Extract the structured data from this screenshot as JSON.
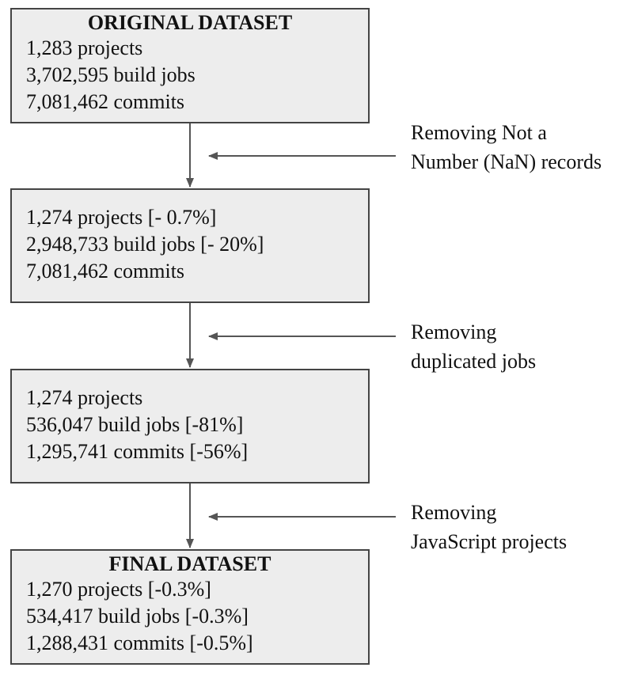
{
  "boxes": [
    {
      "title": "ORIGINAL DATASET",
      "lines": [
        "1,283 projects",
        "3,702,595 build jobs",
        "7,081,462 commits"
      ]
    },
    {
      "title": "",
      "lines": [
        "1,274 projects [- 0.7%]",
        "2,948,733 build jobs [- 20%]",
        "7,081,462 commits"
      ]
    },
    {
      "title": "",
      "lines": [
        "1,274 projects",
        "536,047 build jobs [-81%]",
        "1,295,741 commits [-56%]"
      ]
    },
    {
      "title": "FINAL DATASET",
      "lines": [
        "1,270 projects [-0.3%]",
        "534,417 build jobs [-0.3%]",
        "1,288,431 commits [-0.5%]"
      ]
    }
  ],
  "steps": [
    {
      "line1": "Removing Not a",
      "line2": "Number (NaN) records"
    },
    {
      "line1": "Removing",
      "line2": "duplicated jobs"
    },
    {
      "line1": "Removing",
      "line2": "JavaScript projects"
    }
  ],
  "colors": {
    "box_fill": "#ededed",
    "box_border": "#444444",
    "arrow": "#555555"
  }
}
